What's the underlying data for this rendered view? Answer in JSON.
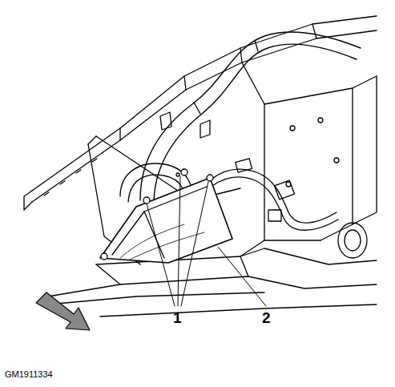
{
  "diagram": {
    "labels": [
      "1",
      "2",
      "GM1911334"
    ]
  }
}
